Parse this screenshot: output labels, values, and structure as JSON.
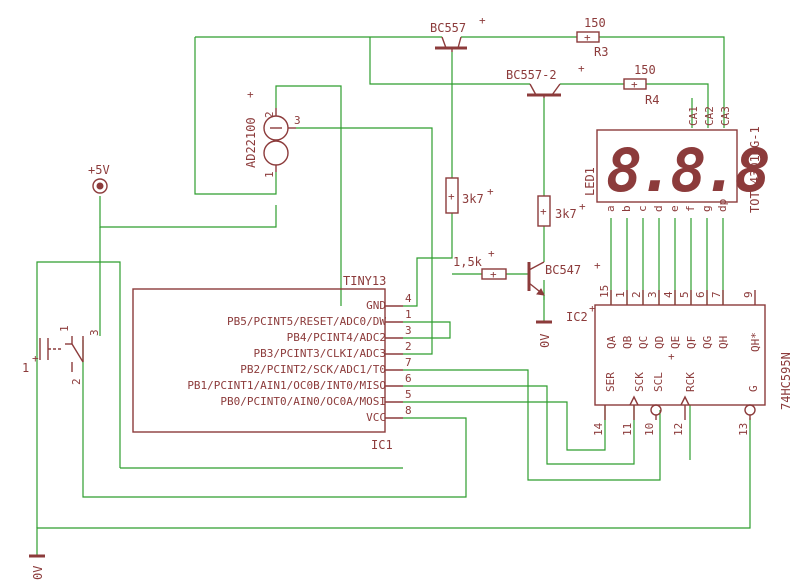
{
  "ic1": {
    "ref": "IC1",
    "part": "TINY13",
    "pins": [
      {
        "label": "GND",
        "num": "4"
      },
      {
        "label": "PB5/PCINT5/RESET/ADC0/DW",
        "num": "1"
      },
      {
        "label": "PB4/PCINT4/ADC2",
        "num": "3"
      },
      {
        "label": "PB3/PCINT3/CLKI/ADC3",
        "num": "2"
      },
      {
        "label": "PB2/PCINT2/SCK/ADC1/T0",
        "num": "7"
      },
      {
        "label": "PB1/PCINT1/AIN1/OC0B/INT0/MISO",
        "num": "6"
      },
      {
        "label": "PB0/PCINT0/AIN0/OC0A/MOSI",
        "num": "5"
      },
      {
        "label": "VCC",
        "num": "8"
      }
    ]
  },
  "ic2": {
    "ref": "IC2",
    "part": "74HC595N",
    "top_pins": [
      {
        "label": "QA",
        "num": "15"
      },
      {
        "label": "QB",
        "num": "1"
      },
      {
        "label": "QC",
        "num": "2"
      },
      {
        "label": "QD",
        "num": "3"
      },
      {
        "label": "QE",
        "num": "4"
      },
      {
        "label": "QF",
        "num": "5"
      },
      {
        "label": "QG",
        "num": "6"
      },
      {
        "label": "QH",
        "num": "7"
      },
      {
        "label": "QH*",
        "num": "9"
      }
    ],
    "bottom_pins": [
      {
        "label": "SER",
        "num": "14"
      },
      {
        "label": "SCK",
        "num": "11"
      },
      {
        "label": "SCL",
        "num": "10"
      },
      {
        "label": "RCK",
        "num": "12"
      },
      {
        "label": "G",
        "num": "13"
      }
    ]
  },
  "led": {
    "ref": "LED1",
    "part": "TOT-4301NG-1",
    "display": "8.8.8",
    "segments": [
      "a",
      "b",
      "c",
      "d",
      "e",
      "f",
      "g",
      "dp"
    ],
    "commons": [
      "CA1",
      "CA2",
      "CA3"
    ]
  },
  "transistors": [
    {
      "name": "BC557",
      "pin_mark": "+"
    },
    {
      "name": "BC557-2",
      "pin_mark": "+"
    },
    {
      "name": "BC547",
      "pin_mark": "+"
    }
  ],
  "resistors": [
    {
      "value": "150",
      "ref": "R3"
    },
    {
      "value": "150",
      "ref": "R4"
    },
    {
      "value": "3k7",
      "ref": ""
    },
    {
      "value": "3k7",
      "ref": ""
    },
    {
      "value": "1,5k",
      "ref": ""
    }
  ],
  "sensor": {
    "name": "AD22100",
    "pin1": "1",
    "pin2": "2",
    "pin3": "3"
  },
  "supply": {
    "label": "+5V",
    "ground": "0V"
  },
  "switch": {
    "ref": "1",
    "pins": [
      "1",
      "2",
      "3"
    ]
  },
  "mark": "+"
}
